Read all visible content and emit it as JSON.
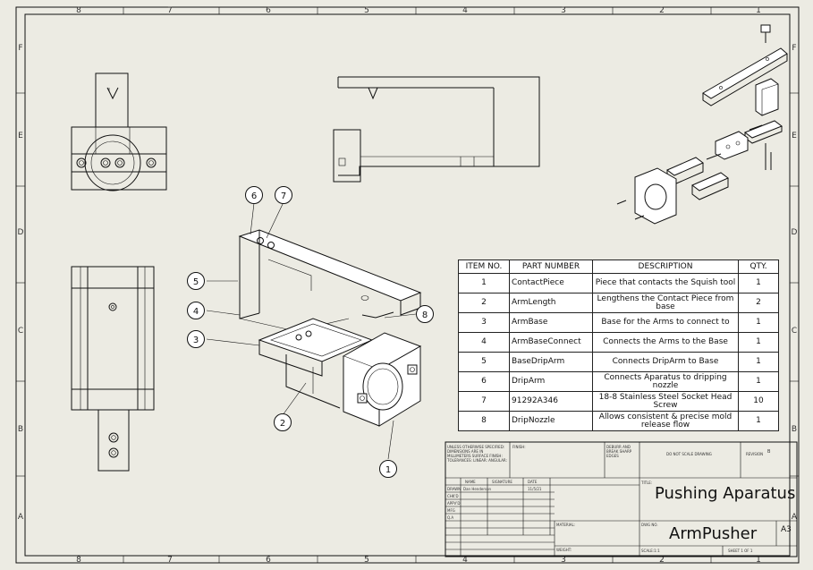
{
  "zones": {
    "cols": [
      "8",
      "7",
      "6",
      "5",
      "4",
      "3",
      "2",
      "1"
    ],
    "rows": [
      "F",
      "E",
      "D",
      "C",
      "B",
      "A"
    ]
  },
  "balloons": [
    "1",
    "2",
    "3",
    "4",
    "5",
    "6",
    "7",
    "8"
  ],
  "bom": {
    "headers": [
      "ITEM NO.",
      "PART NUMBER",
      "DESCRIPTION",
      "QTY."
    ],
    "rows": [
      {
        "item": "1",
        "part": "ContactPiece",
        "desc": "Piece that contacts the Squish tool",
        "qty": "1"
      },
      {
        "item": "2",
        "part": "ArmLength",
        "desc": "Lengthens the Contact Piece from base",
        "qty": "2"
      },
      {
        "item": "3",
        "part": "ArmBase",
        "desc": "Base for the Arms to connect to",
        "qty": "1"
      },
      {
        "item": "4",
        "part": "ArmBaseConnect",
        "desc": "Connects the Arms to the Base",
        "qty": "1"
      },
      {
        "item": "5",
        "part": "BaseDripArm",
        "desc": "Connects DripArm to Base",
        "qty": "1"
      },
      {
        "item": "6",
        "part": "DripArm",
        "desc": "Connects Aparatus to dripping nozzle",
        "qty": "1"
      },
      {
        "item": "7",
        "part": "91292A346",
        "desc": "18-8 Stainless Steel Socket Head Screw",
        "qty": "10"
      },
      {
        "item": "8",
        "part": "DripNozzle",
        "desc": "Allows consistent & precise mold release flow",
        "qty": "1"
      }
    ]
  },
  "title_block": {
    "notes": "UNLESS OTHERWISE SPECIFIED: DIMENSIONS ARE IN MILLIMETERS SURFACE FINISH: TOLERANCES: LINEAR: ANGULAR:",
    "finish": "FINISH:",
    "deburr": "DEBURR AND BREAK SHARP EDGES",
    "do_not_scale": "DO NOT SCALE DRAWING",
    "revision": "REVISION",
    "rev_value": "B",
    "name_hdr": "NAME",
    "sig_hdr": "SIGNATURE",
    "date_hdr": "DATE",
    "roles": [
      "DRAWN",
      "CHK'D",
      "APPV'D",
      "MFG",
      "Q.A"
    ],
    "drawn_name": "Dan Henderson",
    "drawn_date": "11/5/21",
    "material": "MATERIAL:",
    "weight": "WEIGHT:",
    "title_lbl": "TITLE:",
    "title": "Pushing Aparatus",
    "dwg_lbl": "DWG NO.",
    "dwg_no": "ArmPusher",
    "size": "A3",
    "scale": "SCALE:1:1",
    "sheet": "SHEET 1 OF 1"
  }
}
